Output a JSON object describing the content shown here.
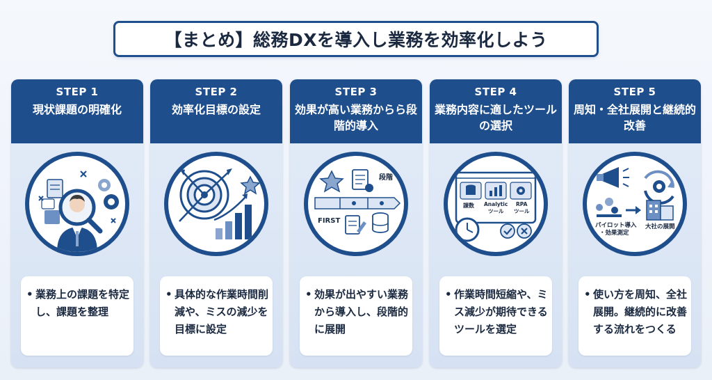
{
  "title": "【まとめ】総務DXを導入し業務を効率化しよう",
  "steps": [
    {
      "label": "STEP 1",
      "title": "現状課題の明確化",
      "icon": "magnifier-person-icon",
      "description": "業務上の課題を特定し、課題を整理"
    },
    {
      "label": "STEP 2",
      "title": "効率化目標の設定",
      "icon": "target-growth-icon",
      "description": "具体的な作業時間削減や、ミスの減少を目標に設定"
    },
    {
      "label": "STEP 3",
      "title": "効果が高い業務からら段階的導入",
      "icon": "phased-rollout-icon",
      "description": "効果が出やすい業務から導入し、段階的に展開",
      "icon_labels": {
        "first": "FIRST",
        "phase": "段階"
      }
    },
    {
      "label": "STEP 4",
      "title": "業務内容に適したツールの選択",
      "icon": "tool-selection-icon",
      "description": "作業時間短縮や、ミス減少が期待できるツールを選定",
      "icon_labels": {
        "tool1": "課数",
        "tool2a": "Analytic",
        "tool2b": "ツール",
        "tool3a": "RPA",
        "tool3b": "ツール"
      }
    },
    {
      "label": "STEP 5",
      "title": "周知・全社展開と継続的改善",
      "icon": "company-rollout-icon",
      "description": "使い方を周知、全社展開。継続的に改善する流れをつくる",
      "icon_labels": {
        "pilot1": "パイロット導入",
        "pilot2": "・効果測定",
        "company": "大社の展開"
      }
    }
  ],
  "colors": {
    "primary": "#1f4e8c",
    "card_bg": "#dde7f5",
    "accent": "#6d90c4"
  }
}
